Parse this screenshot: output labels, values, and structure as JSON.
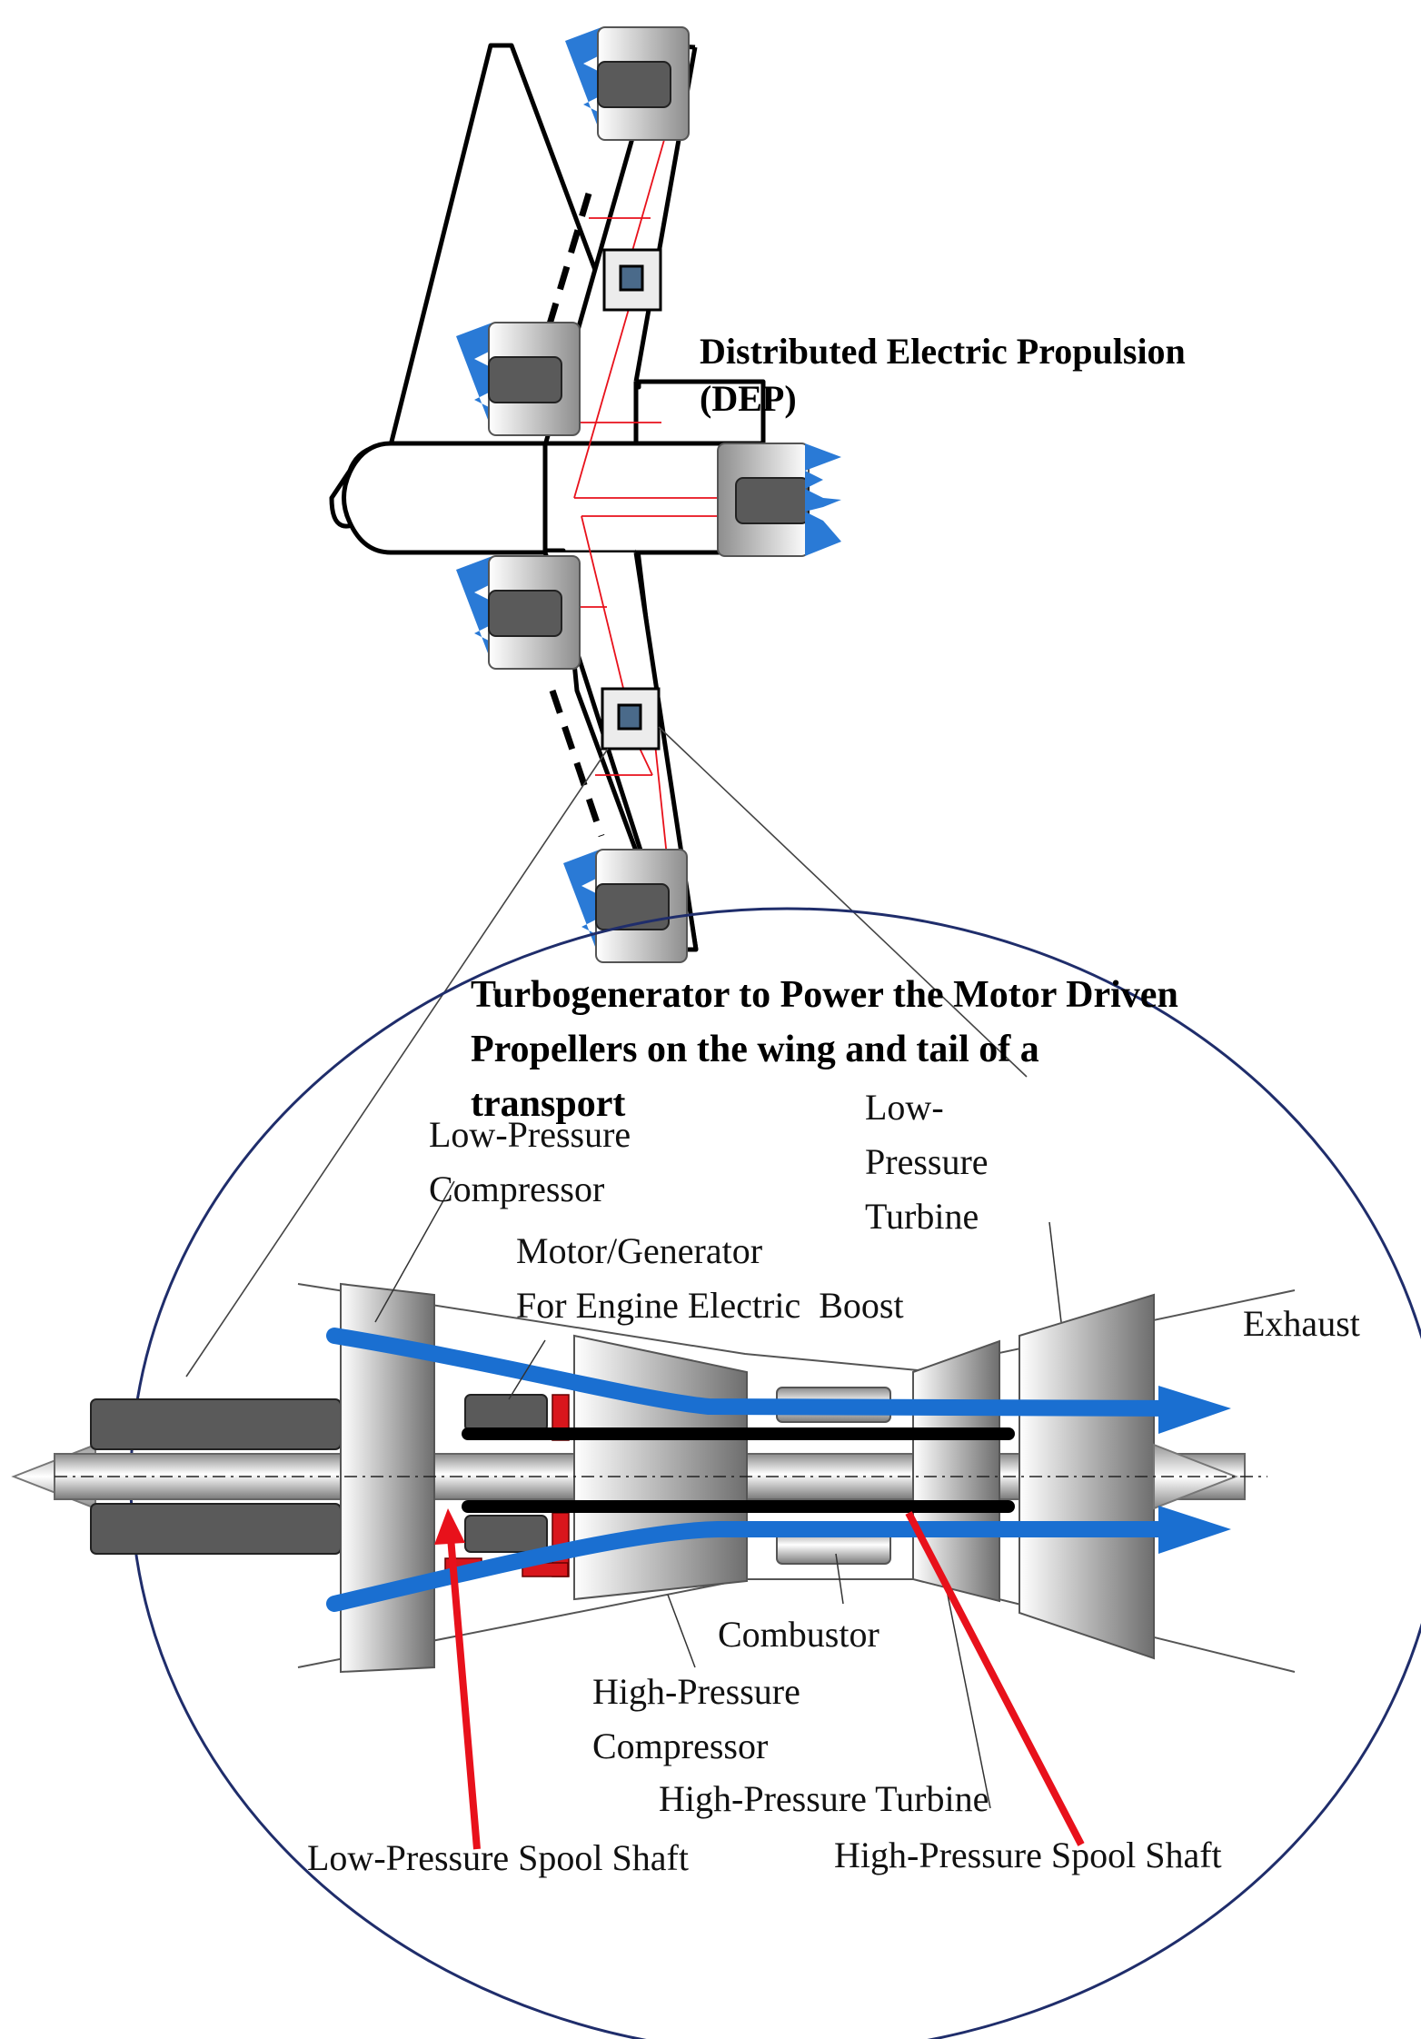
{
  "dep_title": [
    "Distributed Electric Propulsion",
    "(DEP)"
  ],
  "turbo_title": [
    "Turbogenerator to Power the Motor Driven",
    "Propellers on the wing and tail of a",
    "transport"
  ],
  "labels": {
    "lpc": [
      "Low-Pressure",
      "Compressor"
    ],
    "motor_gen": [
      "Motor/Generator",
      "For Engine Electric  Boost"
    ],
    "lpt": [
      "Low-",
      "Pressure",
      "Turbine"
    ],
    "exhaust": "Exhaust",
    "combustor": "Combustor",
    "hpc": [
      "High-Pressure",
      "Compressor"
    ],
    "hpt": "High-Pressure Turbine",
    "lp_shaft": "Low-Pressure Spool Shaft",
    "hp_shaft": "High-Pressure Spool Shaft"
  },
  "colors": {
    "airflow": "#1a6fd1",
    "shaft_pointer": "#e8111b",
    "wiring": "#e8111b",
    "propeller_blade": "#2a7ad6",
    "motor_body": "#5a5a5a",
    "outline": "#000000"
  }
}
